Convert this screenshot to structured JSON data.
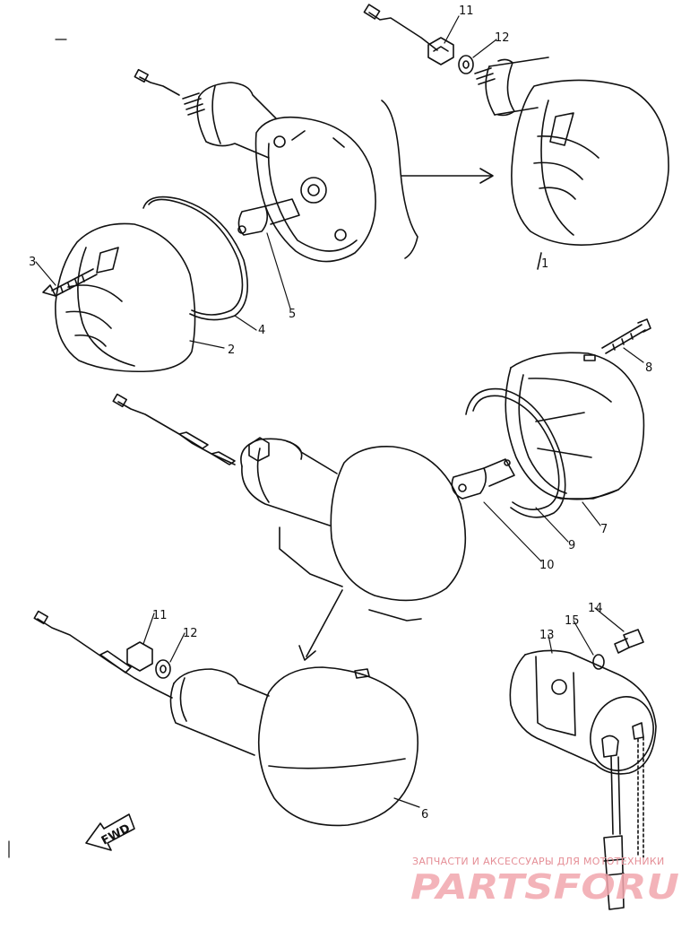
{
  "labels": {
    "p1": "1",
    "p2": "2",
    "p3": "3",
    "p4": "4",
    "p5": "5",
    "p6": "6",
    "p7": "7",
    "p8": "8",
    "p9": "9",
    "p10": "10",
    "p11_top": "11",
    "p11_bottom": "11",
    "p12_top": "12",
    "p12_bottom": "12",
    "p13": "13",
    "p14": "14",
    "p15": "15"
  },
  "fwd": "FWD",
  "watermark": {
    "line1": "ЗАПЧАСТИ И АКСЕССУАРЫ ДЛЯ МОТОТЕХНИКИ",
    "logo": "PARTSFORU"
  }
}
